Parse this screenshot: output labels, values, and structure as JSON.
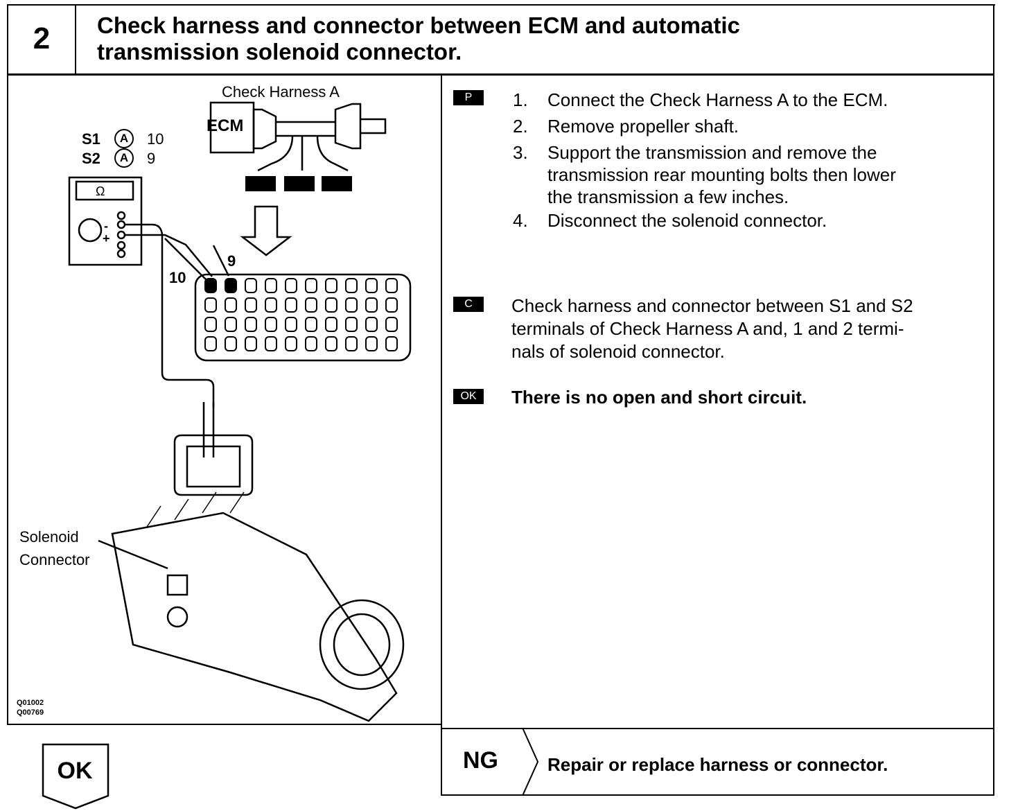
{
  "header": {
    "step_number": "2",
    "title_line1": "Check harness and connector between ECM and automatic",
    "title_line2": "transmission solenoid connector."
  },
  "diagram": {
    "check_harness_label": "Check Harness A",
    "ecm_label": "ECM",
    "s1_label": "S1",
    "s2_label": "S2",
    "circle_letter": "A",
    "s1_pin": "10",
    "s2_pin": "9",
    "pin_10_label": "10",
    "pin_9_label": "9",
    "solenoid_label_line1": "Solenoid",
    "solenoid_label_line2": "Connector",
    "figure_code_1": "Q01002",
    "figure_code_2": "Q00769"
  },
  "procedure": {
    "prep_badge": "P",
    "steps": [
      {
        "num": "1.",
        "text": "Connect the Check Harness A to the ECM."
      },
      {
        "num": "2.",
        "text": "Remove propeller shaft."
      },
      {
        "num": "3.",
        "text_line1": "Support the transmission and remove the",
        "text_line2": "transmission rear mounting bolts then lower",
        "text_line3": "the transmission a few inches."
      },
      {
        "num": "4.",
        "text": "Disconnect the solenoid connector."
      }
    ],
    "check_badge": "C",
    "check_line1": "Check harness and connector between S1 and S2",
    "check_line2": "terminals of Check Harness A and, 1 and 2 termi-",
    "check_line3": "nals of solenoid connector.",
    "ok_badge": "OK",
    "ok_text": "There is no open and short circuit."
  },
  "footer": {
    "ok_label": "OK",
    "ng_label": "NG",
    "ng_text": "Repair or replace harness or connector."
  }
}
